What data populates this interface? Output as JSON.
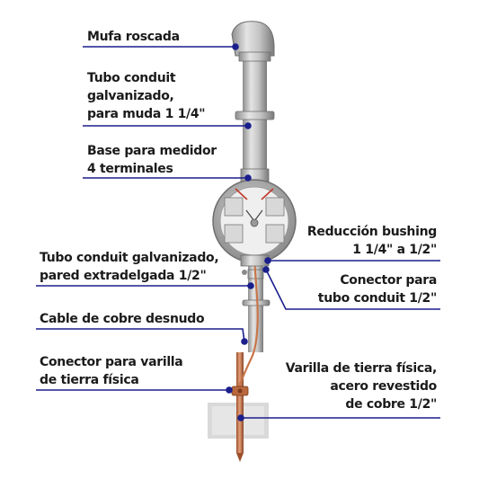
{
  "callouts": {
    "mufa": [
      "Mufa roscada"
    ],
    "tubo_conduit": [
      "Tubo conduit",
      "galvanizado,",
      "para muda 1 1/4\""
    ],
    "base_medidor": [
      "Base para medidor",
      "4 terminales"
    ],
    "reduccion": [
      "Reducción bushing",
      "1 1/4\" a 1/2\""
    ],
    "tubo_extradelgada": [
      "Tubo conduit galvanizado,",
      "pared extradelgada 1/2\""
    ],
    "conector_tubo": [
      "Conector para",
      "tubo conduit 1/2\""
    ],
    "cable_cobre": [
      "Cable de cobre desnudo"
    ],
    "conector_varilla": [
      "Conector para varilla",
      "de tierra física"
    ],
    "varilla": [
      "Varilla de tierra física,",
      "acero revestido",
      "de cobre 1/2\""
    ]
  },
  "colors": {
    "leader_line": "#1a1f8c",
    "text": "#1b1b1b",
    "conduit_metal": "#a9a9a9",
    "copper": "#c8764a"
  }
}
